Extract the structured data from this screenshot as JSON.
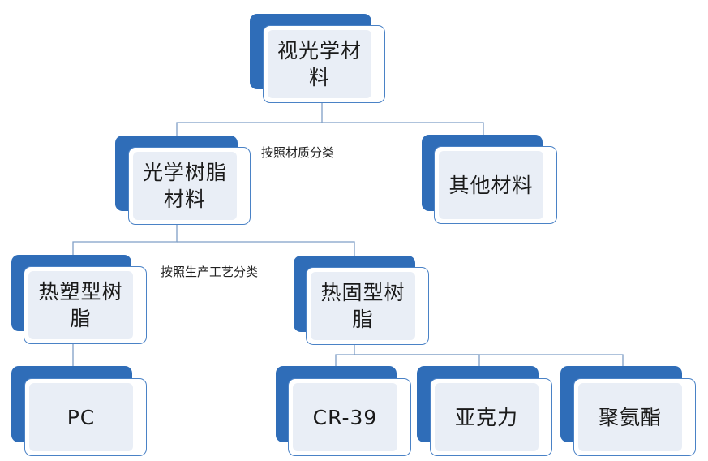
{
  "nodes": {
    "root": "视光学材料",
    "resin": "光学树脂材料",
    "other": "其他材料",
    "thermoplastic": "热塑型树脂",
    "thermoset": "热固型树脂",
    "pc": "PC",
    "cr39": "CR-39",
    "acrylic": "亚克力",
    "pu": "聚氨酯"
  },
  "annotations": {
    "by_material": "按照材质分类",
    "by_process": "按照生产工艺分类"
  },
  "colors": {
    "accent": "#2f6db8",
    "border": "#4a82c6",
    "fill": "#e9eef6",
    "line": "#7f9fc6"
  }
}
